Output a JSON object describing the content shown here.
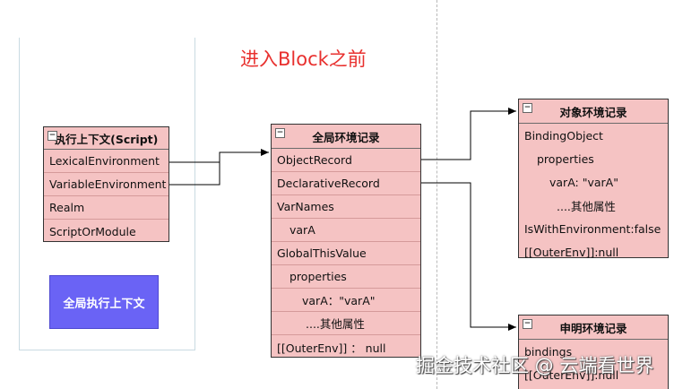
{
  "title": "进入Block之前",
  "execution_context": {
    "header": "执行上下文(Script)",
    "rows": [
      "LexicalEnvironment",
      "VariableEnvironment",
      "Realm",
      "ScriptOrModule"
    ]
  },
  "global_context_label": "全局执行上下文",
  "global_env_record": {
    "header": "全局环境记录",
    "rows": [
      "ObjectRecord",
      "DeclarativeRecord",
      "VarNames",
      "varA",
      "GlobalThisValue",
      "properties",
      "varA：\"varA\"",
      "....其他属性",
      "[[OuterEnv]] ：  null"
    ]
  },
  "object_env_record": {
    "header": "对象环境记录",
    "rows": [
      "BindingObject",
      "properties",
      "varA: \"varA\"",
      "....其他属性",
      "IsWithEnvironment:false",
      "[[OuterEnv]]:null"
    ]
  },
  "declarative_env_record": {
    "header": "申明环境记录",
    "rows": [
      "bindings",
      "[[OuterEnv]]:null"
    ]
  },
  "watermark": "掘金技术社区 @ 云端看世界",
  "colors": {
    "table_fill": "#f5c3c3",
    "title": "#e8302e",
    "context_box": "#6a63f5"
  }
}
